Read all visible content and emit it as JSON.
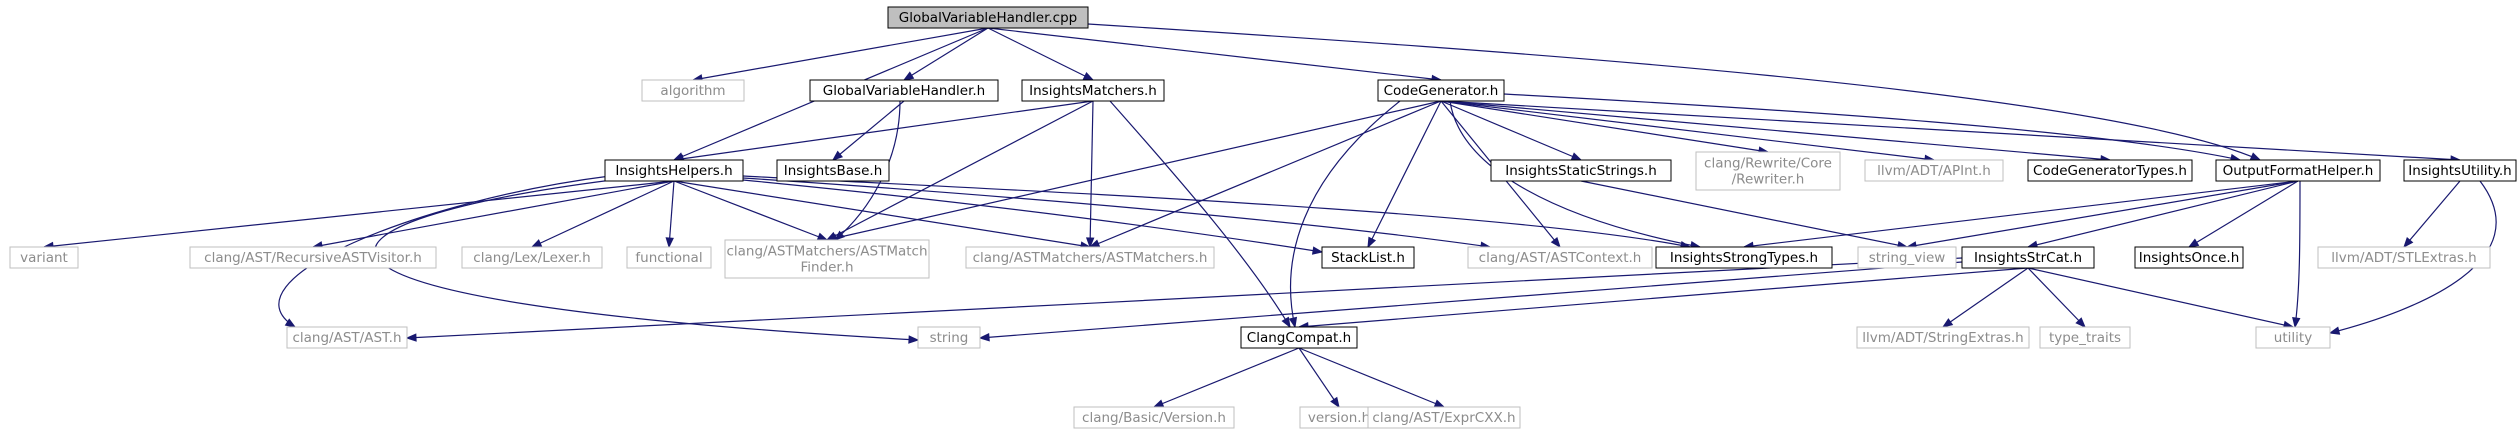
{
  "diagram": {
    "title": "",
    "colors": {
      "edge": "#191970",
      "main_fill": "#bfbfbf",
      "local_border": "#000000",
      "system_border": "#bfbfbf",
      "system_text": "#8c8c8c"
    },
    "nodes": [
      {
        "id": "gvh_cpp",
        "lines": [
          "GlobalVariableHandler.cpp"
        ],
        "kind": "main"
      },
      {
        "id": "algorithm",
        "lines": [
          "algorithm"
        ],
        "kind": "system"
      },
      {
        "id": "gvh_h",
        "lines": [
          "GlobalVariableHandler.h"
        ],
        "kind": "local"
      },
      {
        "id": "im_h",
        "lines": [
          "InsightsMatchers.h"
        ],
        "kind": "local"
      },
      {
        "id": "cg_h",
        "lines": [
          "CodeGenerator.h"
        ],
        "kind": "local"
      },
      {
        "id": "ib_h",
        "lines": [
          "InsightsBase.h"
        ],
        "kind": "local"
      },
      {
        "id": "ih_h",
        "lines": [
          "InsightsHelpers.h"
        ],
        "kind": "local"
      },
      {
        "id": "iss_h",
        "lines": [
          "InsightsStaticStrings.h"
        ],
        "kind": "local"
      },
      {
        "id": "rewriter",
        "lines": [
          "clang/Rewrite/Core",
          "/Rewriter.h"
        ],
        "kind": "system"
      },
      {
        "id": "apint",
        "lines": [
          "llvm/ADT/APInt.h"
        ],
        "kind": "system"
      },
      {
        "id": "cgt_h",
        "lines": [
          "CodeGeneratorTypes.h"
        ],
        "kind": "local"
      },
      {
        "id": "ofh_h",
        "lines": [
          "OutputFormatHelper.h"
        ],
        "kind": "local"
      },
      {
        "id": "iu_h",
        "lines": [
          "InsightsUtility.h"
        ],
        "kind": "local"
      },
      {
        "id": "variant",
        "lines": [
          "variant"
        ],
        "kind": "system"
      },
      {
        "id": "rav",
        "lines": [
          "clang/AST/RecursiveASTVisitor.h"
        ],
        "kind": "system"
      },
      {
        "id": "lexer",
        "lines": [
          "clang/Lex/Lexer.h"
        ],
        "kind": "system"
      },
      {
        "id": "functional",
        "lines": [
          "functional"
        ],
        "kind": "system"
      },
      {
        "id": "amf",
        "lines": [
          "clang/ASTMatchers/ASTMatch",
          "Finder.h"
        ],
        "kind": "system"
      },
      {
        "id": "astm",
        "lines": [
          "clang/ASTMatchers/ASTMatchers.h"
        ],
        "kind": "system"
      },
      {
        "id": "sl_h",
        "lines": [
          "StackList.h"
        ],
        "kind": "local"
      },
      {
        "id": "astctx",
        "lines": [
          "clang/AST/ASTContext.h"
        ],
        "kind": "system"
      },
      {
        "id": "ist_h",
        "lines": [
          "InsightsStrongTypes.h"
        ],
        "kind": "local"
      },
      {
        "id": "sv",
        "lines": [
          "string_view"
        ],
        "kind": "system"
      },
      {
        "id": "isc_h",
        "lines": [
          "InsightsStrCat.h"
        ],
        "kind": "local"
      },
      {
        "id": "io_h",
        "lines": [
          "InsightsOnce.h"
        ],
        "kind": "local"
      },
      {
        "id": "stlx",
        "lines": [
          "llvm/ADT/STLExtras.h"
        ],
        "kind": "system"
      },
      {
        "id": "ast_h",
        "lines": [
          "clang/AST/AST.h"
        ],
        "kind": "system"
      },
      {
        "id": "string",
        "lines": [
          "string"
        ],
        "kind": "system"
      },
      {
        "id": "cc_h",
        "lines": [
          "ClangCompat.h"
        ],
        "kind": "local"
      },
      {
        "id": "strx",
        "lines": [
          "llvm/ADT/StringExtras.h"
        ],
        "kind": "system"
      },
      {
        "id": "tt",
        "lines": [
          "type_traits"
        ],
        "kind": "system"
      },
      {
        "id": "utility",
        "lines": [
          "utility"
        ],
        "kind": "system"
      },
      {
        "id": "bver",
        "lines": [
          "clang/Basic/Version.h"
        ],
        "kind": "system"
      },
      {
        "id": "ver",
        "lines": [
          "version.h"
        ],
        "kind": "system"
      },
      {
        "id": "excxx",
        "lines": [
          "clang/AST/ExprCXX.h"
        ],
        "kind": "system"
      }
    ],
    "edges": [
      [
        "gvh_cpp",
        "algorithm"
      ],
      [
        "gvh_cpp",
        "gvh_h"
      ],
      [
        "gvh_cpp",
        "im_h"
      ],
      [
        "gvh_cpp",
        "cg_h"
      ],
      [
        "gvh_cpp",
        "ih_h"
      ],
      [
        "gvh_cpp",
        "ofh_h"
      ],
      [
        "gvh_h",
        "ib_h"
      ],
      [
        "gvh_h",
        "amf"
      ],
      [
        "im_h",
        "ih_h"
      ],
      [
        "im_h",
        "amf"
      ],
      [
        "im_h",
        "astm"
      ],
      [
        "im_h",
        "cc_h"
      ],
      [
        "cg_h",
        "iss_h"
      ],
      [
        "cg_h",
        "rewriter"
      ],
      [
        "cg_h",
        "apint"
      ],
      [
        "cg_h",
        "cgt_h"
      ],
      [
        "cg_h",
        "ofh_h"
      ],
      [
        "cg_h",
        "iu_h"
      ],
      [
        "cg_h",
        "amf"
      ],
      [
        "cg_h",
        "astm"
      ],
      [
        "cg_h",
        "sl_h"
      ],
      [
        "cg_h",
        "astctx"
      ],
      [
        "cg_h",
        "ist_h"
      ],
      [
        "cg_h",
        "cc_h"
      ],
      [
        "ih_h",
        "variant"
      ],
      [
        "ih_h",
        "rav"
      ],
      [
        "ih_h",
        "lexer"
      ],
      [
        "ih_h",
        "functional"
      ],
      [
        "ih_h",
        "amf"
      ],
      [
        "ih_h",
        "astm"
      ],
      [
        "ih_h",
        "sl_h"
      ],
      [
        "ih_h",
        "astctx"
      ],
      [
        "ih_h",
        "ist_h"
      ],
      [
        "ih_h",
        "ast_h"
      ],
      [
        "ih_h",
        "string"
      ],
      [
        "iss_h",
        "sv"
      ],
      [
        "ofh_h",
        "ist_h"
      ],
      [
        "ofh_h",
        "sv"
      ],
      [
        "ofh_h",
        "isc_h"
      ],
      [
        "ofh_h",
        "io_h"
      ],
      [
        "ofh_h",
        "utility"
      ],
      [
        "iu_h",
        "stlx"
      ],
      [
        "iu_h",
        "utility"
      ],
      [
        "isc_h",
        "ast_h"
      ],
      [
        "isc_h",
        "string"
      ],
      [
        "isc_h",
        "cc_h"
      ],
      [
        "isc_h",
        "strx"
      ],
      [
        "isc_h",
        "tt"
      ],
      [
        "isc_h",
        "utility"
      ],
      [
        "cc_h",
        "bver"
      ],
      [
        "cc_h",
        "ver"
      ],
      [
        "cc_h",
        "excxx"
      ]
    ]
  }
}
